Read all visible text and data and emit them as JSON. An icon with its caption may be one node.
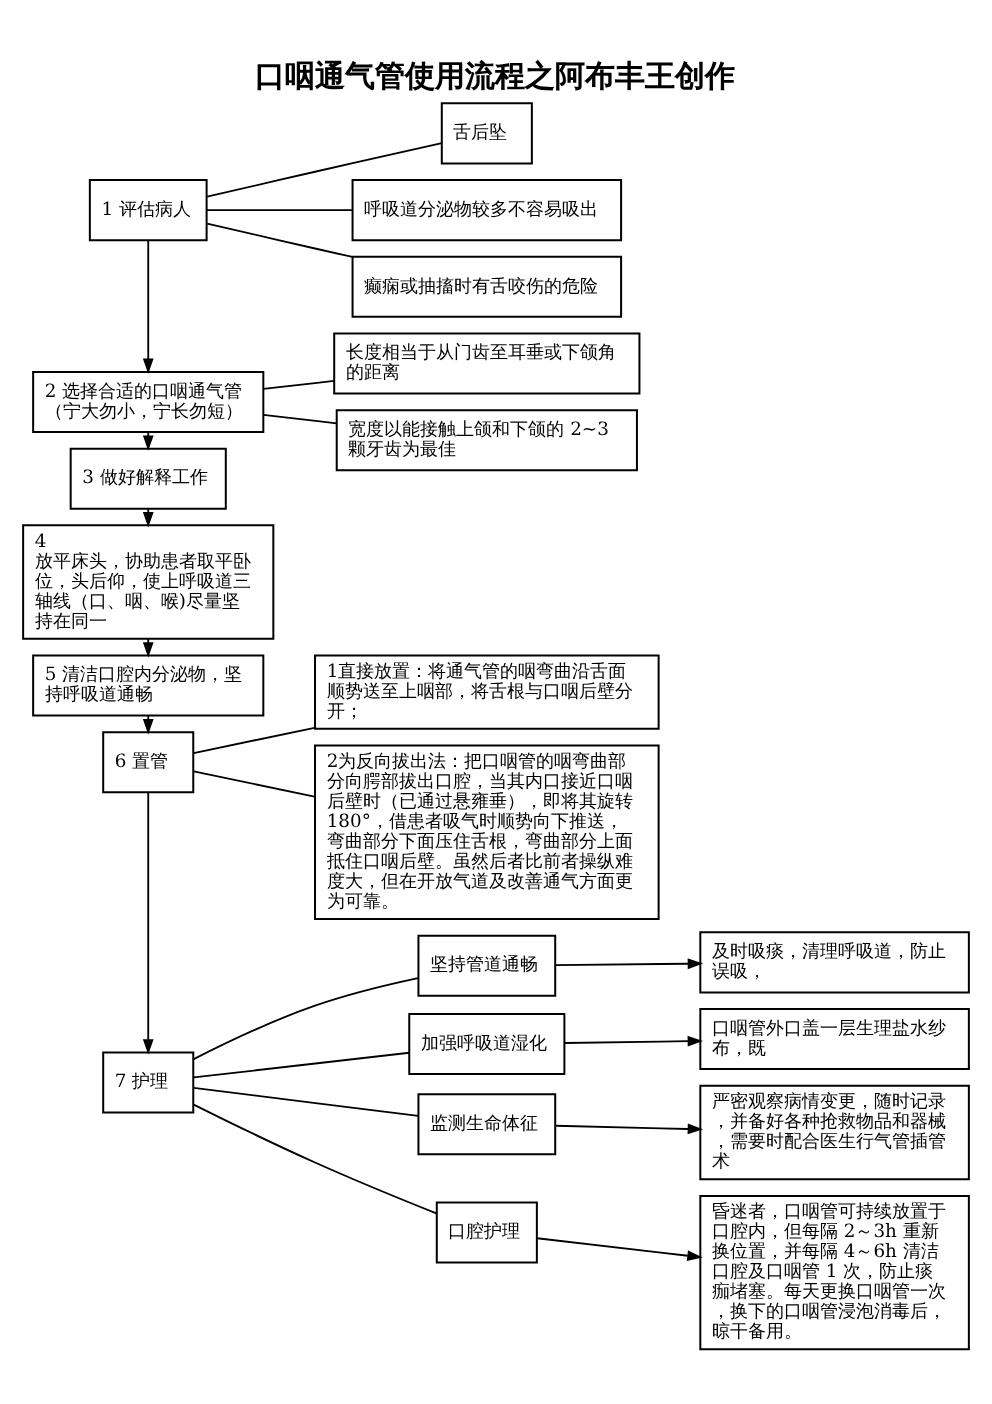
{
  "diagram": {
    "title": "口咽通气管使用流程之阿布丰王创作",
    "nodes": [
      {
        "text": [
          "1 评估病人"
        ]
      },
      {
        "text": [
          "舌后坠"
        ]
      },
      {
        "text": [
          "呼吸道分泌物较多不容易吸出"
        ]
      },
      {
        "text": [
          "癫痫或抽搐时有舌咬伤的危险"
        ]
      },
      {
        "text": [
          "2 选择合适的口咽通气管",
          "（宁大勿小，宁长勿短）"
        ]
      },
      {
        "text": [
          "长度相当于从门齿至耳垂或下颌角的距离"
        ]
      },
      {
        "text": [
          "宽度以能接触上颌和下颌的 2~3 颗牙齿为最佳"
        ]
      },
      {
        "text": [
          "3 做好解释工作"
        ]
      },
      {
        "text": [
          "4",
          "放平床头，协助患者取平卧位，头后仰，使上呼吸道三轴线（口、咽、喉)尽量坚持在同一"
        ]
      },
      {
        "text": [
          "5 清洁口腔内分泌物，坚持呼吸道通畅"
        ]
      },
      {
        "text": [
          "6 置管"
        ]
      },
      {
        "text": [
          "1直接放置：将通气管的咽弯曲沿舌面顺势送至上咽部，将舌根与口咽后壁分开；"
        ]
      },
      {
        "text": [
          "2为反向拔出法：把口咽管的咽弯曲部分向腭部拔出口腔，当其内口接近口咽后壁时（已通过悬雍垂），即将其旋转180°，借患者吸气时顺势向下推送，弯曲部分下面压住舌根，弯曲部分上面抵住口咽后壁。虽然后者比前者操纵难度大，但在开放气道及改善通气方面更为可靠。"
        ]
      },
      {
        "text": [
          "7 护理"
        ]
      },
      {
        "text": [
          "坚持管道通畅"
        ]
      },
      {
        "text": [
          "及时吸痰，清理呼吸道，防止误吸，"
        ]
      },
      {
        "text": [
          "加强呼吸道湿化"
        ]
      },
      {
        "text": [
          "口咽管外口盖一层生理盐水纱布，既"
        ]
      },
      {
        "text": [
          "监测生命体征"
        ]
      },
      {
        "text": [
          "严密观察病情变更，随时记录，并备好各种抢救物品和器械，需要时配合医生行气管插管术"
        ]
      },
      {
        "text": [
          "口腔护理"
        ]
      },
      {
        "text": [
          "昏迷者，口咽管可持续放置于口腔内，但每隔 2～3h 重新换位置，并每隔 4～6h 清洁口腔及口咽管 1 次，防止痰痂堵塞。每天更换口咽管一次，换下的口咽管浸泡消毒后，晾干备用。"
        ]
      }
    ],
    "edges": [
      {
        "from": 0,
        "to": 1,
        "arrow": "none"
      },
      {
        "from": 0,
        "to": 2,
        "arrow": "none"
      },
      {
        "from": 0,
        "to": 3,
        "arrow": "none"
      },
      {
        "from": 0,
        "to": 4,
        "arrow": "to"
      },
      {
        "from": 4,
        "to": 5,
        "arrow": "none"
      },
      {
        "from": 4,
        "to": 6,
        "arrow": "none"
      },
      {
        "from": 4,
        "to": 7,
        "arrow": "to"
      },
      {
        "from": 7,
        "to": 8,
        "arrow": "to"
      },
      {
        "from": 8,
        "to": 9,
        "arrow": "to"
      },
      {
        "from": 9,
        "to": 10,
        "arrow": "to"
      },
      {
        "from": 10,
        "to": 11,
        "arrow": "none"
      },
      {
        "from": 10,
        "to": 12,
        "arrow": "none"
      },
      {
        "from": 10,
        "to": 13,
        "arrow": "to"
      },
      {
        "from": 13,
        "to": 14,
        "arrow": "none"
      },
      {
        "from": 13,
        "to": 16,
        "arrow": "none"
      },
      {
        "from": 13,
        "to": 18,
        "arrow": "none"
      },
      {
        "from": 13,
        "to": 20,
        "arrow": "none"
      },
      {
        "from": 14,
        "to": 15,
        "arrow": "to"
      },
      {
        "from": 16,
        "to": 17,
        "arrow": "to"
      },
      {
        "from": 18,
        "to": 19,
        "arrow": "to"
      },
      {
        "from": 20,
        "to": 21,
        "arrow": "to"
      }
    ]
  }
}
